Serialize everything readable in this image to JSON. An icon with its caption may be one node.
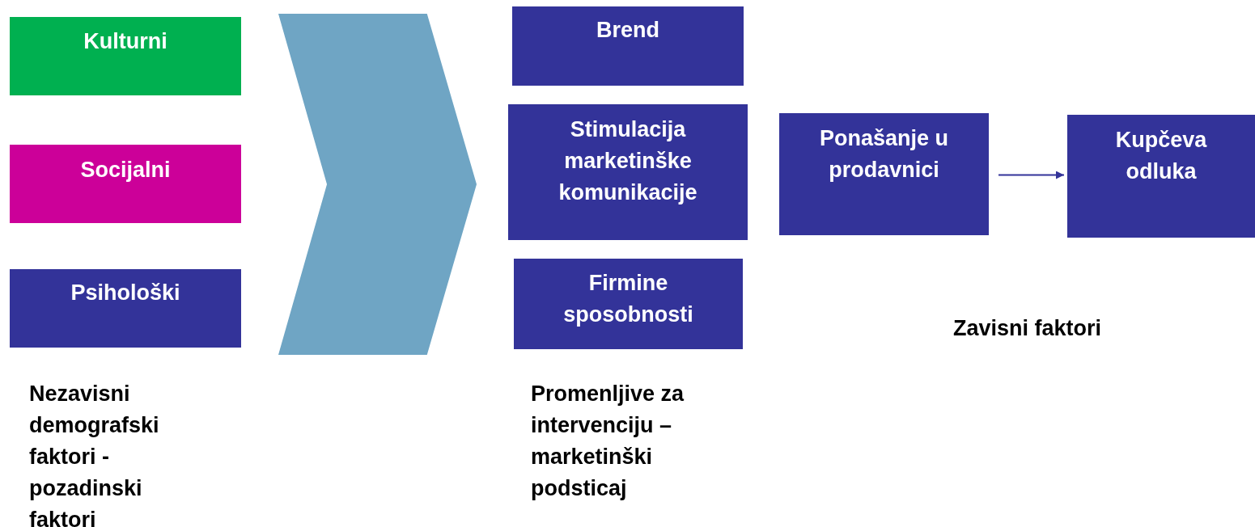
{
  "diagram": {
    "nodes": [
      {
        "text": [
          "Kulturni"
        ]
      },
      {
        "text": [
          "Socijalni"
        ]
      },
      {
        "text": [
          "Psihološki"
        ]
      },
      {
        "text": [],
        "shape": "chevron"
      },
      {
        "text": [
          "Brend"
        ]
      },
      {
        "text": [
          "Stimulacija marketinške komunikacije"
        ]
      },
      {
        "text": [
          "Firmine sposobnosti"
        ]
      },
      {
        "text": [
          "Ponašanje u prodavnici"
        ]
      },
      {
        "text": [
          "Kupčeva odluka"
        ]
      }
    ],
    "edges": [
      {
        "from": 7,
        "to": 8,
        "arrow": "to"
      }
    ],
    "labels": [
      "Nezavisni demografski faktori - pozadinski faktori",
      "Promenljive za intervenciju – marketinški podsticaj",
      "Zavisni faktori"
    ]
  }
}
